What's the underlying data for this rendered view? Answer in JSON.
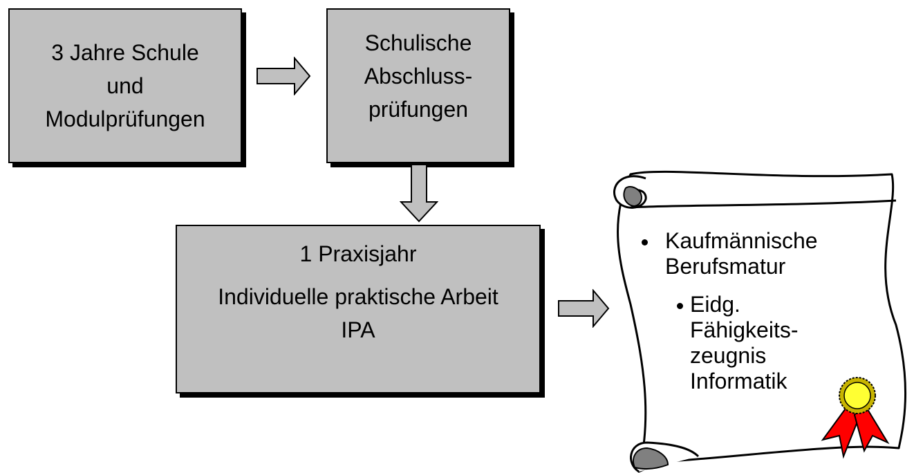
{
  "flow": {
    "box_school": {
      "lines": [
        "3 Jahre Schule",
        "und",
        "Modulprüfungen"
      ]
    },
    "box_exams": {
      "lines": [
        "Schulische",
        "Abschluss-",
        "prüfungen"
      ]
    },
    "box_practice": {
      "line1": "1 Praxisjahr",
      "line2": "Individuelle praktische Arbeit",
      "line3": "IPA"
    }
  },
  "certificate": {
    "items": [
      {
        "lines": [
          "Kaufmännische",
          "Berufsmatur"
        ]
      },
      {
        "lines": [
          "Eidg.",
          "Fähigkeits-",
          "zeugnis",
          "Informatik"
        ]
      }
    ]
  },
  "colors": {
    "box_fill": "#c0c0c0",
    "arrow_fill": "#c0c0c0",
    "scroll_fill": "#ffffff",
    "scroll_curl": "#808080",
    "seal_gold": "#e8e800",
    "seal_ribbon": "#ff0000"
  },
  "icons": {
    "arrows": "block-arrow-icon",
    "scroll": "scroll-icon",
    "seal": "award-seal-icon"
  }
}
